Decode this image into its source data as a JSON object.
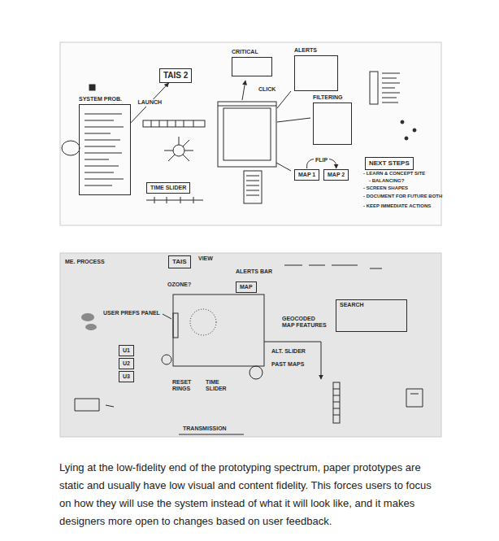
{
  "diagram": {
    "caption": "Lying at the low-fidelity end of the prototyping spectrum, paper prototypes are static and usually have low visual and content fidelity. This forces users to focus on how they will use the system instead of what it will look like, and it makes designers more open to changes based on user feedback.",
    "nodes": [
      {
        "text": [
          "SYSTEM PROB."
        ]
      },
      {
        "text": [
          "TAIS 2"
        ]
      },
      {
        "text": [
          "CRITICAL"
        ]
      },
      {
        "text": [
          "ALERTS"
        ]
      },
      {
        "text": [
          "FILTERING"
        ]
      },
      {
        "text": [
          "MAP 1"
        ]
      },
      {
        "text": [
          "MAP 2"
        ]
      },
      {
        "text": [
          "TIME SLIDER"
        ]
      },
      {
        "text": [
          "NEXT STEPS"
        ]
      },
      {
        "text": [
          "TAIS"
        ]
      },
      {
        "text": [
          "MAP"
        ]
      },
      {
        "text": [
          "SEARCH"
        ]
      },
      {
        "text": [
          "U1"
        ]
      },
      {
        "text": [
          "U2"
        ]
      },
      {
        "text": [
          "U3"
        ]
      }
    ],
    "edges": [
      {
        "from": 0,
        "to": 1,
        "label": "LAUNCH",
        "arrow": "to"
      },
      {
        "from": 5,
        "to": 6,
        "label": "FLIP",
        "arrow": "to"
      }
    ],
    "labels": [
      "CLICK",
      "- LEARN & CONCEPT SITE",
      "- BALANCING?",
      "- SCREEN SHAPES",
      "- DOCUMENT FOR FUTURE BOTH",
      "- KEEP IMMEDIATE ACTIONS",
      "ME. PROCESS",
      "VIEW",
      "OZONE?",
      "ALERTS BAR",
      "USER PREFS PANEL",
      "GEOCODED MAP FEATURES",
      "ALT. SLIDER",
      "PAST MAPS",
      "TIME SLIDER",
      "RESET RINGS",
      "TRANSMISSION"
    ]
  }
}
